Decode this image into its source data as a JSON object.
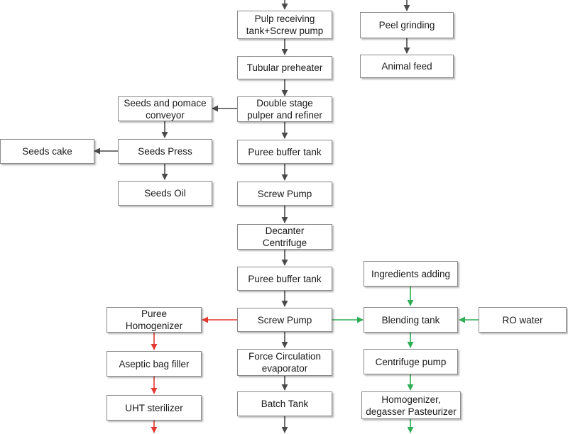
{
  "colors": {
    "main_arrow": "#4a4a4a",
    "red_arrow": "#e23a30",
    "green_arrow": "#2fae55",
    "box_border": "#8a8a8a"
  },
  "nodes": {
    "pulp_receiving": "Pulp receiving\ntank+Screw pump",
    "peel_grinding": "Peel grinding",
    "tubular_preheater": "Tubular preheater",
    "animal_feed": "Animal feed",
    "seeds_pomace": "Seeds and pomace\nconveyor",
    "double_stage": "Double stage\npulper and refiner",
    "seeds_cake": "Seeds cake",
    "seeds_press": "Seeds Press",
    "puree_buffer_1": "Puree buffer tank",
    "seeds_oil": "Seeds Oil",
    "screw_pump_1": "Screw Pump",
    "decanter": "Decanter\nCentrifuge",
    "puree_buffer_2": "Puree buffer tank",
    "ingredients": "Ingredients adding",
    "puree_homogenizer": "Puree\nHomogenizer",
    "screw_pump_2": "Screw Pump",
    "blending_tank": "Blending tank",
    "ro_water": "RO water",
    "aseptic_filler": "Aseptic bag filler",
    "force_circulation": "Force Circulation\nevaporator",
    "centrifuge_pump": "Centrifuge pump",
    "uht_sterilizer": "UHT sterilizer",
    "batch_tank": "Batch Tank",
    "homogenizer_degasser": "Homogenizer,\ndegasser Pasteurizer"
  }
}
